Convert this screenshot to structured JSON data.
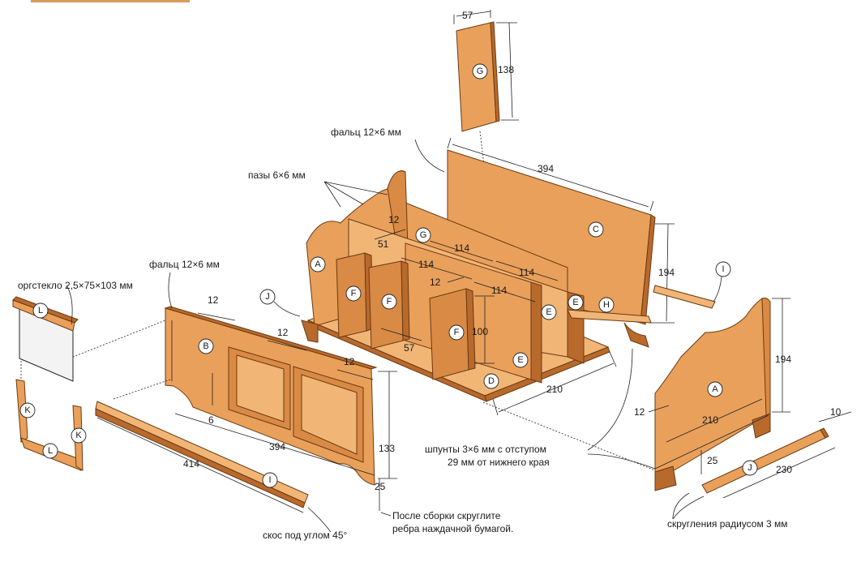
{
  "parts": {
    "A": "A",
    "B": "B",
    "C": "C",
    "D": "D",
    "E": "E",
    "F": "F",
    "G": "G",
    "H": "H",
    "I": "I",
    "J": "J",
    "K": "K",
    "L": "L"
  },
  "notes": {
    "rebate_top": "фальц 12×6 мм",
    "grooves": "пазы 6×6 мм",
    "rebate_front": "фальц 12×6 мм",
    "plexiglass": "оргстекло 2,5×75×103 мм",
    "dowels_line1": "шпунты 3×6 мм с отступом",
    "dowels_line2": "29 мм от нижнего края",
    "sanding_line1": "После сборки скруглите",
    "sanding_line2": "ребра наждачной бумагой.",
    "bevel": "скос под углом 45°",
    "rounding": "скругления радиусом 3 мм"
  },
  "dims": {
    "g_width": "57",
    "g_height": "138",
    "c_length": "394",
    "c_height": "194",
    "d12": "12",
    "d51": "51",
    "d114a": "114",
    "d114b": "114",
    "d114c": "114",
    "d114d": "114",
    "d12b": "12",
    "d57": "57",
    "d100": "100",
    "d210": "210",
    "b12a": "12",
    "b12b": "12",
    "b12c": "12",
    "b6": "6",
    "b394": "394",
    "b133": "133",
    "b25": "25",
    "i414": "414",
    "a194": "194",
    "a210": "210",
    "a12": "12",
    "a25": "25",
    "j10": "10",
    "j230": "230"
  }
}
